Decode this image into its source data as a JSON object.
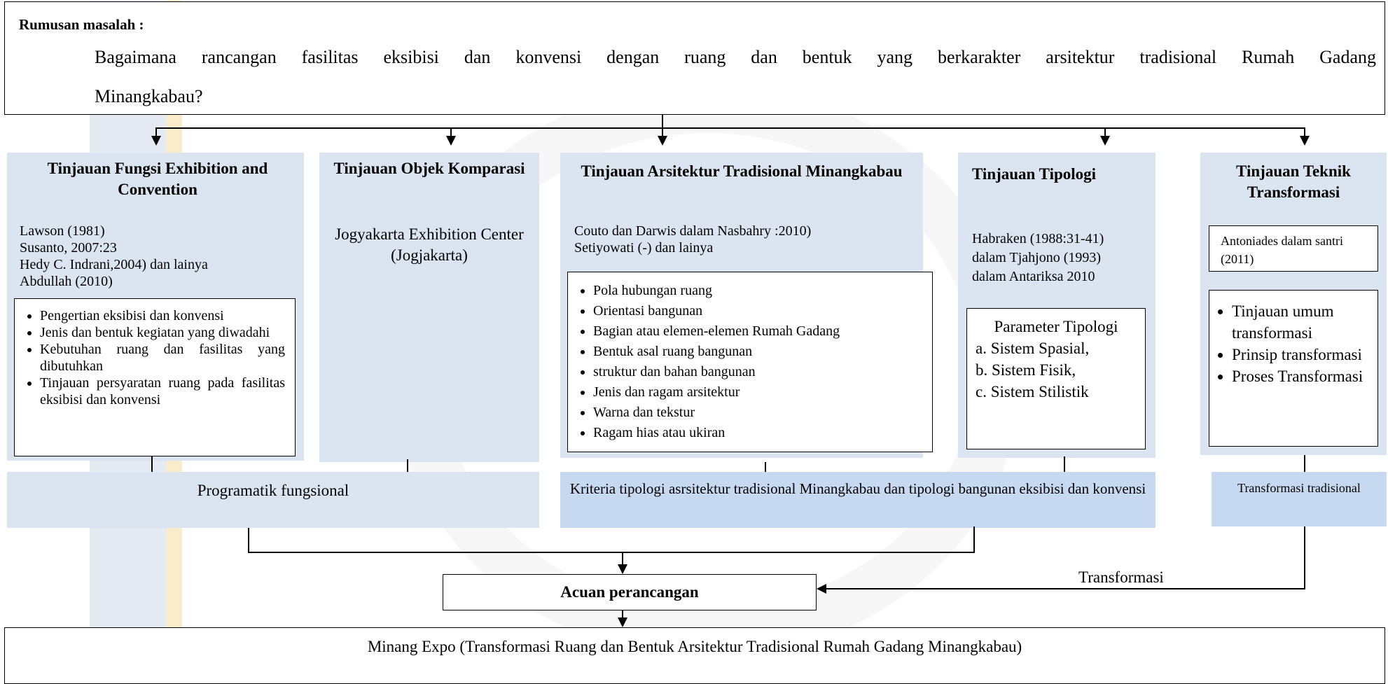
{
  "problem": {
    "label": "Rumusan masalah :",
    "question_line1": "Bagaimana rancangan fasilitas eksibisi dan konvensi dengan ruang dan bentuk  yang berkarakter arsitektur tradisional Rumah Gadang",
    "question_line2": "Minangkabau?"
  },
  "col1": {
    "title": "Tinjauan Fungsi Exhibition and Convention",
    "refs": [
      "Lawson (1981)",
      "Susanto, 2007:23",
      "Hedy C. Indrani,2004) dan lainya",
      "Abdullah (2010)"
    ],
    "items": [
      "Pengertian eksibisi dan konvensi",
      "Jenis dan bentuk kegiatan yang diwadahi",
      "Kebutuhan ruang dan fasilitas yang dibutuhkan",
      "Tinjauan persyaratan ruang pada fasilitas eksibisi dan konvensi"
    ]
  },
  "col2": {
    "title": "Tinjauan Objek Komparasi",
    "body": "Jogyakarta Exhibition Center (Jogjakarta)"
  },
  "col3": {
    "title": "Tinjauan Arsitektur Tradisional Minangkabau",
    "refs": [
      "Couto  dan Darwis dalam Nasbahry :2010)",
      "Setiyowati (-)  dan lainya"
    ],
    "items": [
      "Pola hubungan ruang",
      "Orientasi bangunan",
      "Bagian atau elemen-elemen Rumah Gadang",
      "Bentuk asal ruang bangunan",
      "struktur dan bahan bangunan",
      "Jenis dan ragam arsitektur",
      "Warna dan tekstur",
      "Ragam hias atau ukiran"
    ]
  },
  "col4": {
    "title": "Tinjauan Tipologi",
    "refs": [
      "Habraken (1988:31-41)",
      "dalam Tjahjono (1993)",
      "dalam Antariksa 2010"
    ],
    "param_title": "Parameter Tipologi",
    "params": [
      "a.  Sistem Spasial,",
      "b.  Sistem Fisik,",
      "c.  Sistem Stilistik"
    ]
  },
  "col5": {
    "title": "Tinjauan Teknik Transformasi",
    "ref": "Antoniades dalam santri (2011)",
    "items": [
      "Tinjauan umum transformasi",
      "Prinsip transformasi",
      "Proses Transformasi"
    ]
  },
  "outputs": {
    "programatik": "Programatik fungsional",
    "kriteria": "Kriteria tipologi asrsitektur tradisional Minangkabau dan tipologi bangunan eksibisi dan konvensi",
    "transformasi": "Transformasi tradisional"
  },
  "acuan": "Acuan perancangan",
  "transformasi_label": "Transformasi",
  "final": "Minang  Expo  (Transformasi Ruang dan Bentuk Arsitektur  Tradisional Rumah Gadang Minangkabau)",
  "colors": {
    "panel": "#dbe5f1",
    "panel_dark": "#c6d9f0",
    "stripe_blue": "#dde3ee",
    "stripe_gold": "#fbe9c4"
  }
}
